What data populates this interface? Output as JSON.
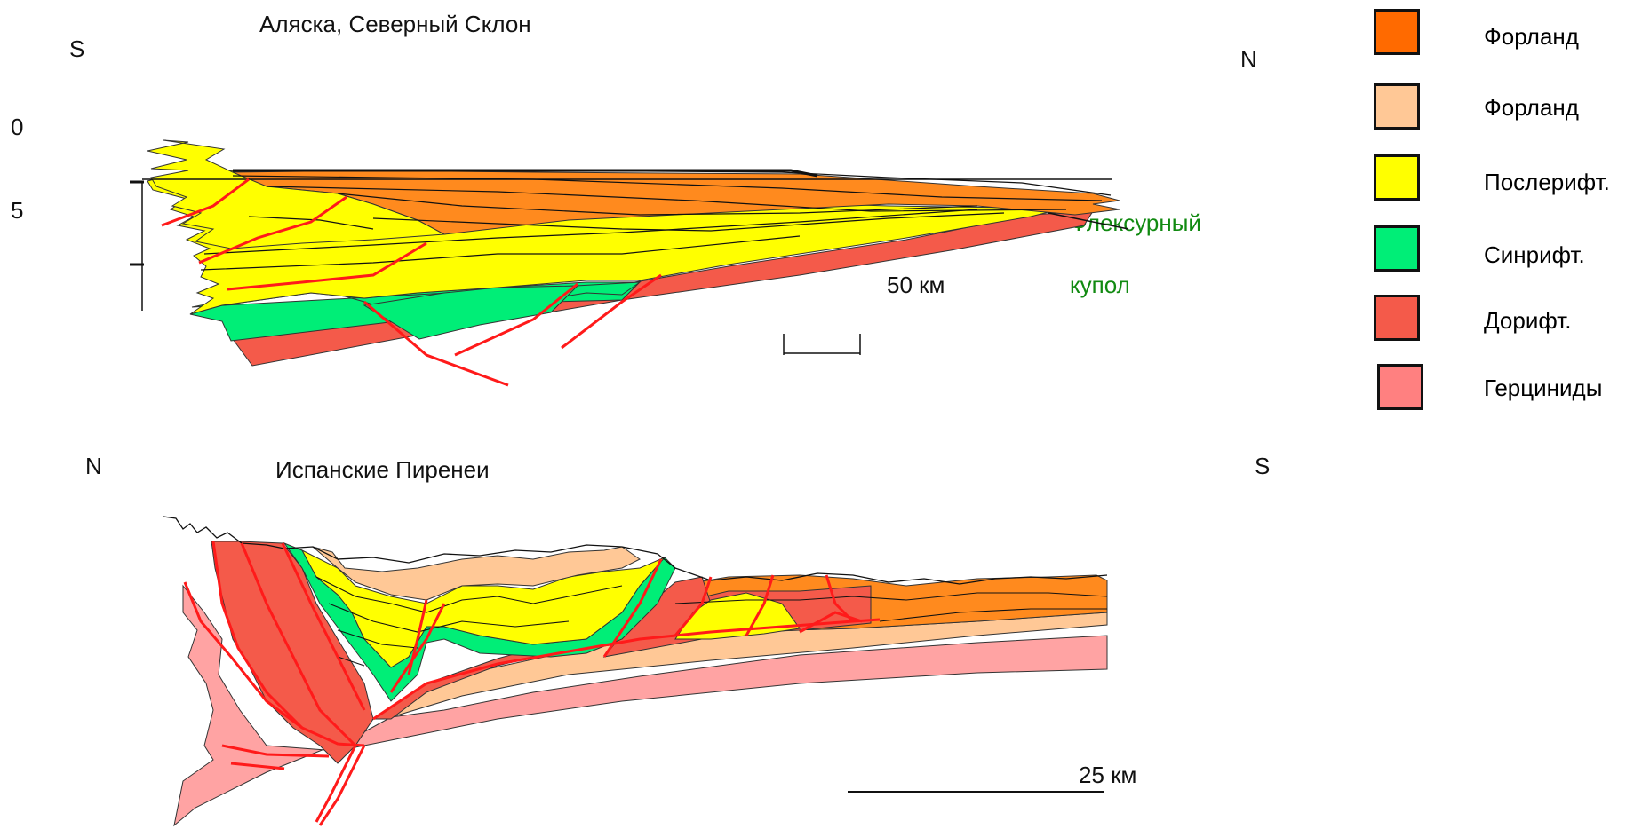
{
  "top_section": {
    "title": "Аляска, Северный Склон",
    "dir_left": "S",
    "dir_right": "N",
    "depth_0": "0",
    "depth_5": "5",
    "annotation_line1": "Флексурный",
    "annotation_line2": "купол",
    "scale_label": "50 км"
  },
  "bottom_section": {
    "title": "Испанские Пиренеи",
    "dir_left": "N",
    "dir_right": "S",
    "scale_label": "25 км"
  },
  "legend": [
    {
      "label": "Форланд",
      "color": "#ff6a00"
    },
    {
      "label": "Форланд",
      "color": "#ffc896"
    },
    {
      "label": "Послерифт.",
      "color": "#ffff00"
    },
    {
      "label": "Синрифт.",
      "color": "#00ee77"
    },
    {
      "label": "Дорифт.",
      "color": "#f45a4a"
    },
    {
      "label": "Герциниды",
      "color": "#ff8080"
    }
  ]
}
